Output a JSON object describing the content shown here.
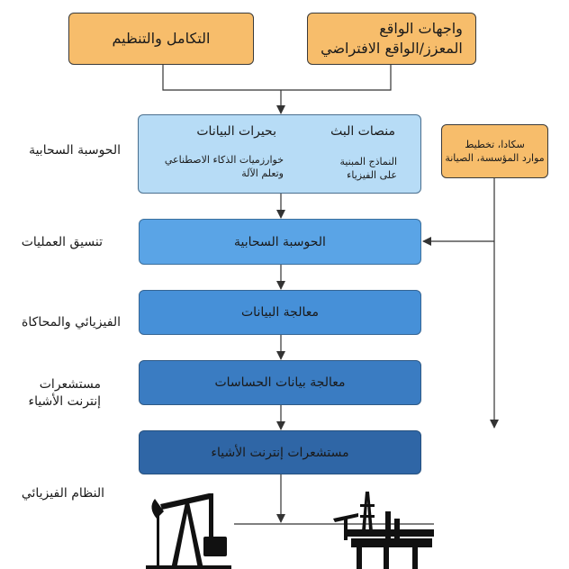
{
  "top_boxes": {
    "integration": "التكامل والتنظيم",
    "ar_vr": [
      "واجهات الواقع",
      "المعزز/الواقع الافتراضي"
    ]
  },
  "cloud_box": {
    "streaming": "منصات البث",
    "data_lakes": "بحيرات البيانات",
    "physics_models": [
      "النماذج المبنية",
      "على الفيزياء"
    ],
    "ai_ml": [
      "خوارزميات الذكاء الاصطناعي",
      "وتعلم الآلة"
    ]
  },
  "erp_box": [
    "سكادا، تخطيط",
    "موارد المؤسسة، الصيانة"
  ],
  "layers": {
    "cloud": "الحوسبة السحابية",
    "data": "معالجة البيانات",
    "sensor_data": "معالجة بيانات الحساسات",
    "iot": "مستشعرات إنترنت الأشياء"
  },
  "side_labels": {
    "cloud": "الحوسبة السحابية",
    "ops": "تنسيق العمليات",
    "physical_sim": "الفيزيائي والمحاكاة",
    "iot": [
      "مستشعرات",
      "إنترنت الأشياء"
    ],
    "physical_system": "النظام الفيزيائي"
  },
  "colors": {
    "orange": "#f7bd6b",
    "light_blue": "#b7dcf6",
    "layer_1": "#5aa4e6",
    "layer_2": "#4690d8",
    "layer_3": "#3a7cc2",
    "layer_4": "#2f66a6"
  }
}
